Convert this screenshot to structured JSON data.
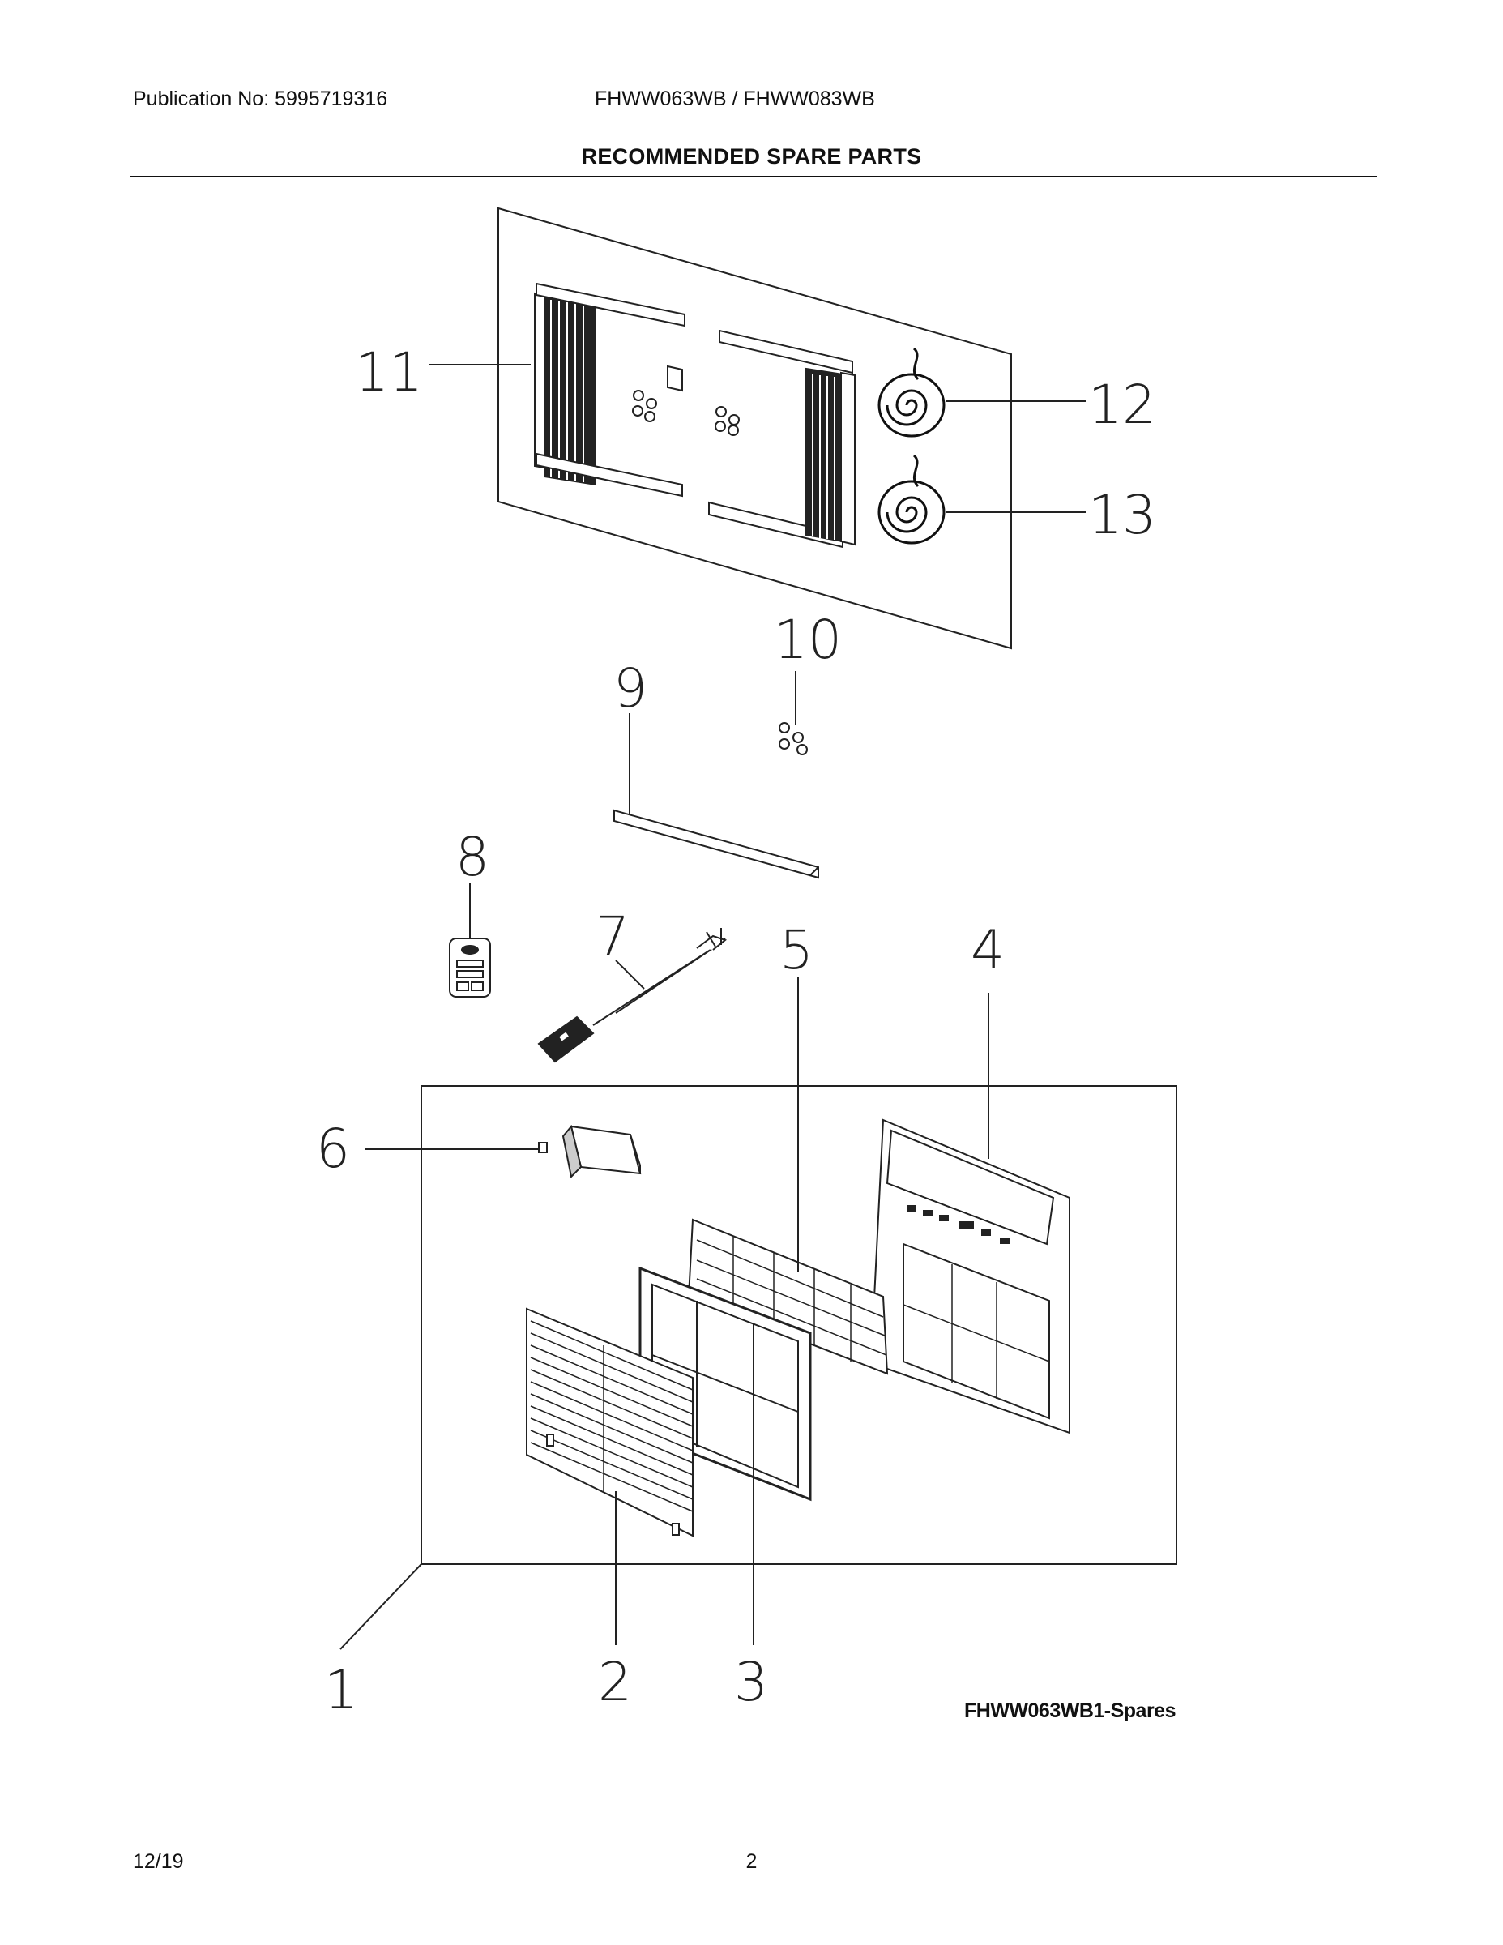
{
  "header": {
    "publication": "Publication No: 5995719316",
    "models": "FHWW063WB / FHWW083WB",
    "title": "RECOMMENDED SPARE PARTS"
  },
  "callouts": [
    "1",
    "2",
    "3",
    "4",
    "5",
    "6",
    "7",
    "8",
    "9",
    "10",
    "11",
    "12",
    "13"
  ],
  "figure_id": "FHWW063WB1-Spares",
  "footer": {
    "date": "12/19",
    "page": "2"
  }
}
